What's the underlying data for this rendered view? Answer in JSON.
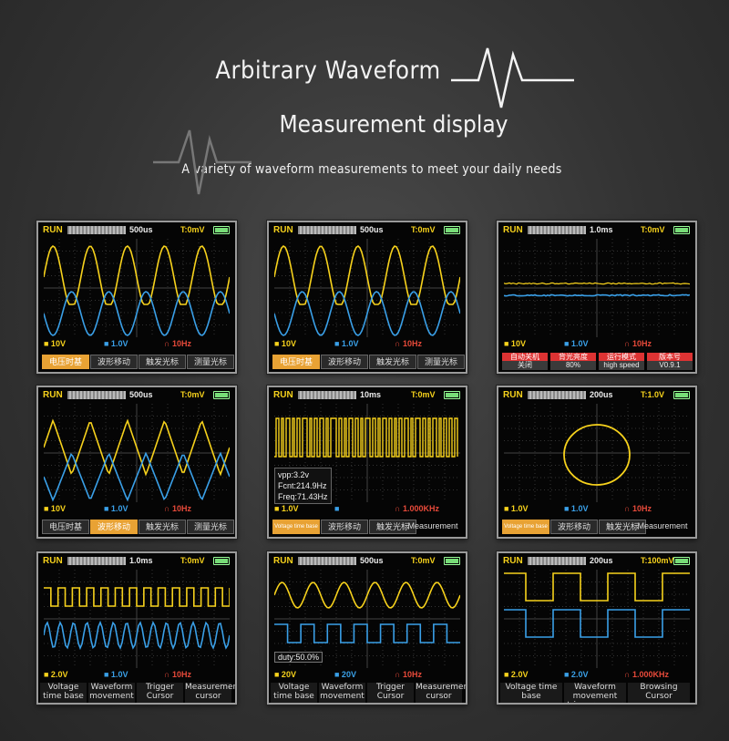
{
  "header": {
    "title_line1": "Arbitrary Waveform",
    "title_line2": "Measurement display",
    "subtitle": "A variety of waveform measurements to meet your daily needs"
  },
  "colors": {
    "ch1": "#f7d21c",
    "ch2": "#3aa0e8",
    "accent": "#e8a234",
    "freq": "#e84a3a"
  },
  "screens": [
    {
      "run": "RUN",
      "timebase": "500us",
      "trigger": "T:0mV",
      "ch1": "10V",
      "ch2": "1.0V",
      "freq": "10Hz",
      "menu": [
        "电压时基",
        "波形移动",
        "触发光标",
        "测量光标"
      ]
    },
    {
      "run": "RUN",
      "timebase": "500us",
      "trigger": "T:0mV",
      "ch1": "10V",
      "ch2": "1.0V",
      "freq": "10Hz",
      "menu": [
        "电压时基",
        "波形移动",
        "触发光标",
        "测量光标"
      ]
    },
    {
      "run": "RUN",
      "timebase": "1.0ms",
      "trigger": "T:0mV",
      "ch1": "10V",
      "ch2": "1.0V",
      "freq": "10Hz",
      "settings": [
        {
          "head": "自动关机",
          "val": "关闭"
        },
        {
          "head": "背光亮度",
          "val": "80%"
        },
        {
          "head": "运行模式",
          "val": "high speed"
        },
        {
          "head": "版本号",
          "val": "V0.9.1"
        }
      ]
    },
    {
      "run": "RUN",
      "timebase": "500us",
      "trigger": "T:0mV",
      "ch1": "10V",
      "ch2": "1.0V",
      "freq": "10Hz",
      "menu": [
        "电压时基",
        "波形移动",
        "触发光标",
        "测量光标"
      ]
    },
    {
      "run": "RUN",
      "timebase": "10ms",
      "trigger": "T:0mV",
      "ch1": "1.0V",
      "ch2": "",
      "freq": "1.000KHz",
      "info": [
        "vpp:3.2v",
        "Fcnt:214.9Hz",
        "Freq:71.43Hz"
      ],
      "menu": [
        "Voltage time base",
        "波形移动",
        "触发光标",
        "Measurement cursor"
      ]
    },
    {
      "run": "RUN",
      "timebase": "200us",
      "trigger": "T:1.0V",
      "ch1": "1.0V",
      "ch2": "1.0V",
      "freq": "10Hz",
      "menu": [
        "Voltage time base",
        "波形移动",
        "触发光标",
        "Measurement cursor"
      ]
    },
    {
      "run": "RUN",
      "timebase": "1.0ms",
      "trigger": "T:0mV",
      "ch1": "2.0V",
      "ch2": "1.0V",
      "freq": "10Hz",
      "labels": [
        "Voltage time base",
        "Waveform movement",
        "Trigger Cursor",
        "Measurement cursor"
      ]
    },
    {
      "run": "RUN",
      "timebase": "500us",
      "trigger": "T:0mV",
      "ch1": "20V",
      "ch2": "20V",
      "freq": "10Hz",
      "duty": "duty:50.0%",
      "labels": [
        "Voltage time base",
        "Waveform movement",
        "Trigger Cursor",
        "Measurement cursor"
      ]
    },
    {
      "run": "RUN",
      "timebase": "200us",
      "trigger": "T:100mV",
      "ch1": "2.0V",
      "ch2": "2.0V",
      "freq": "1.000KHz",
      "labels": [
        "Voltage time base",
        "Waveform movement trigger cursor",
        "Browsing Cursor"
      ]
    }
  ]
}
